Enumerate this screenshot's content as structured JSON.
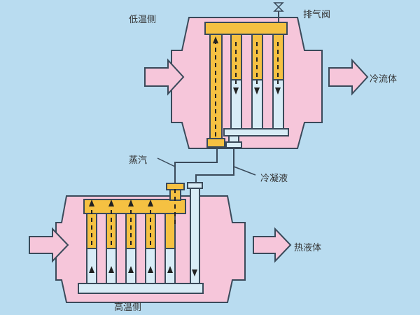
{
  "labels": {
    "low_temp_side": "低温侧",
    "vent_valve": "排气阀",
    "cold_fluid": "冷流体",
    "vapor": "蒸汽",
    "condensate": "冷凝液",
    "hot_fluid": "热液体",
    "high_temp_side": "高温侧"
  },
  "colors": {
    "background": "#b9dcf0",
    "housing": "#f6c6da",
    "vapor": "#f5c142",
    "liquid": "#d8ecf6",
    "outline": "#3a4a5a"
  }
}
